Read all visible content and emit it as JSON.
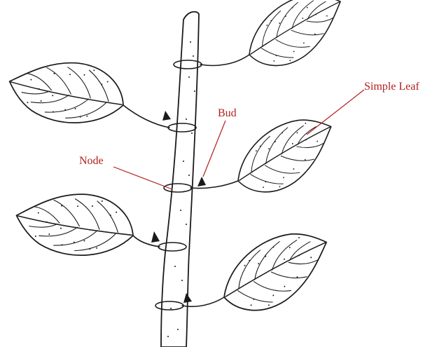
{
  "labels": {
    "node": "Node",
    "bud": "Bud",
    "simple_leaf": "Simple Leaf"
  },
  "colors": {
    "label_text": "#b0201e",
    "pointer_line": "#b0201e",
    "ink": "#1a1a1a",
    "background": "#ffffff"
  }
}
